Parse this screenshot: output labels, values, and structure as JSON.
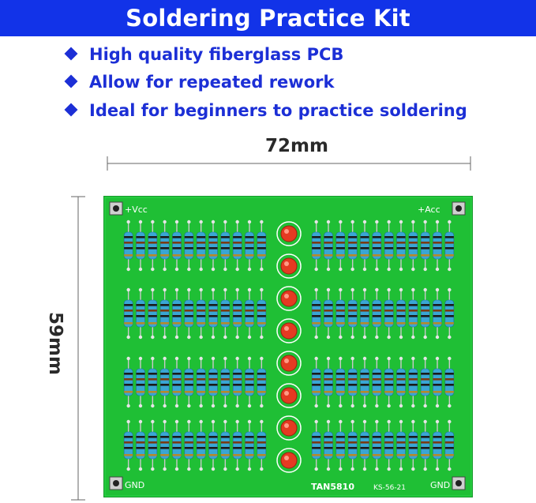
{
  "title": "Soldering Practice Kit",
  "features": [
    "High quality fiberglass PCB",
    "Allow for repeated rework",
    "Ideal for beginners to practice soldering"
  ],
  "dimensions": {
    "width_label": "72mm",
    "height_label": "59mm"
  },
  "pcb": {
    "label_top_left": "+Vcc",
    "label_top_right": "+Acc",
    "label_bottom_left": "GND",
    "label_bottom_right": "GND",
    "model": "TAN5810",
    "code": "KS-56-21",
    "led_count": 8,
    "resistor_rows": 4,
    "resistors_per_side_per_row": 12
  },
  "colors": {
    "banner": "#1233e8",
    "feature_text": "#1c2fd6",
    "pcb_green": "#1fbf35",
    "resistor_body": "#3aa6d4",
    "led": "#e43a22"
  }
}
